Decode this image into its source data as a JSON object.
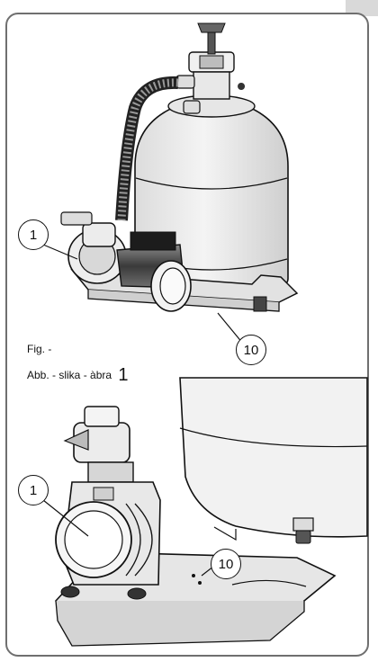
{
  "figure": {
    "caption_line1": "Fig. -",
    "caption_line2": "Abb. - slika - àbra",
    "figure_number": "1"
  },
  "callouts": {
    "top_pump": "1",
    "top_base": "10",
    "bottom_pump": "1",
    "bottom_base": "10"
  }
}
